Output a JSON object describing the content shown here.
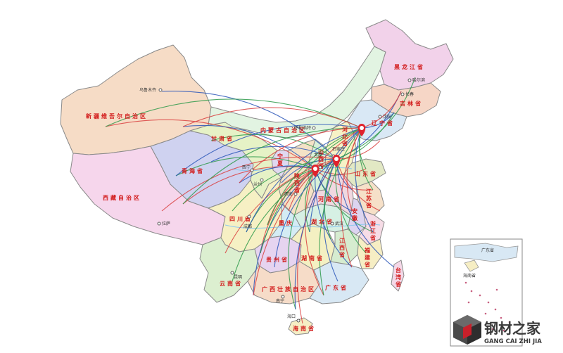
{
  "provinces": [
    {
      "id": "xinjiang",
      "label": "新疆维吾尔自治区",
      "color": "#f6dcc6"
    },
    {
      "id": "xizang",
      "label": "西藏自治区",
      "color": "#f6d6ec"
    },
    {
      "id": "qinghai",
      "label": "青海省",
      "color": "#cfd2f0"
    },
    {
      "id": "gansu",
      "label": "甘肃省",
      "color": "#e6f2c6"
    },
    {
      "id": "neimenggu",
      "label": "内蒙古自治区",
      "color": "#e2f4e2"
    },
    {
      "id": "heilongjiang",
      "label": "黑龙江省",
      "color": "#f2d2ea"
    },
    {
      "id": "jilin",
      "label": "吉林省",
      "color": "#f6d6c6"
    },
    {
      "id": "liaoning",
      "label": "辽宁省",
      "color": "#d9e8f5"
    },
    {
      "id": "hebei",
      "label": "河北省",
      "color": "#f6f2c6"
    },
    {
      "id": "shanxi",
      "label": "山西省",
      "color": "#d8f0d8"
    },
    {
      "id": "shaanxi",
      "label": "陕西省",
      "color": "#f4e2c6"
    },
    {
      "id": "ningxia",
      "label": "宁夏",
      "color": "#e0d8f0"
    },
    {
      "id": "sichuan",
      "label": "四川省",
      "color": "#f6f0c4"
    },
    {
      "id": "chongqing",
      "label": "重庆",
      "color": "#d4ecf4"
    },
    {
      "id": "yunnan",
      "label": "云南省",
      "color": "#dcefd0"
    },
    {
      "id": "guizhou",
      "label": "贵州省",
      "color": "#e6d4f0"
    },
    {
      "id": "guangxi",
      "label": "广西壮族自治区",
      "color": "#f6dcc8"
    },
    {
      "id": "guangdong",
      "label": "广东省",
      "color": "#d8e8f4"
    },
    {
      "id": "hunan",
      "label": "湖南省",
      "color": "#f4f0c2"
    },
    {
      "id": "hubei",
      "label": "湖北省",
      "color": "#d6f0e4"
    },
    {
      "id": "henan",
      "label": "河南省",
      "color": "#f0d8e0"
    },
    {
      "id": "shandong",
      "label": "山东省",
      "color": "#e2e8c4"
    },
    {
      "id": "jiangsu",
      "label": "江苏省",
      "color": "#f6e0c8"
    },
    {
      "id": "anhui",
      "label": "安徽",
      "color": "#dcd4f0"
    },
    {
      "id": "zhejiang",
      "label": "浙江省",
      "color": "#f6dce6"
    },
    {
      "id": "jiangxi",
      "label": "江西省",
      "color": "#d6ecd0"
    },
    {
      "id": "fujian",
      "label": "福建省",
      "color": "#f6eec4"
    },
    {
      "id": "taiwan",
      "label": "台湾省",
      "color": "#f4d8e8"
    },
    {
      "id": "hainan",
      "label": "海南省",
      "color": "#f6eec4"
    }
  ],
  "cities": [
    {
      "id": "wulumuqi",
      "label": "乌鲁木齐"
    },
    {
      "id": "lasa",
      "label": "拉萨"
    },
    {
      "id": "xining",
      "label": "西宁"
    },
    {
      "id": "lanzhou",
      "label": "兰州"
    },
    {
      "id": "huhehaote",
      "label": "呼和浩特"
    },
    {
      "id": "haerbin",
      "label": "哈尔滨"
    },
    {
      "id": "changchun",
      "label": "长春"
    },
    {
      "id": "shenyang",
      "label": "沈阳"
    },
    {
      "id": "taiyuan",
      "label": "太原"
    },
    {
      "id": "xian",
      "label": "西安"
    },
    {
      "id": "chengdu",
      "label": "成都"
    },
    {
      "id": "kunming",
      "label": "昆明"
    },
    {
      "id": "nanning",
      "label": "南宁"
    },
    {
      "id": "haikou",
      "label": "海口"
    },
    {
      "id": "wuhan",
      "label": "武汉"
    },
    {
      "id": "shijiazhuang",
      "label": "石家庄"
    }
  ],
  "inset": {
    "labels": [
      "广东省",
      "海南省"
    ]
  },
  "colors": {
    "route_red": "#d94040",
    "route_blue": "#2a56b8",
    "route_green": "#2e9a4a",
    "marker": "#e0222c",
    "water": "#8cc8ee"
  },
  "logo": {
    "title": "钢材之家",
    "subtitle": "GANG CAI ZHI JIA",
    "icon": "cube-icon"
  }
}
